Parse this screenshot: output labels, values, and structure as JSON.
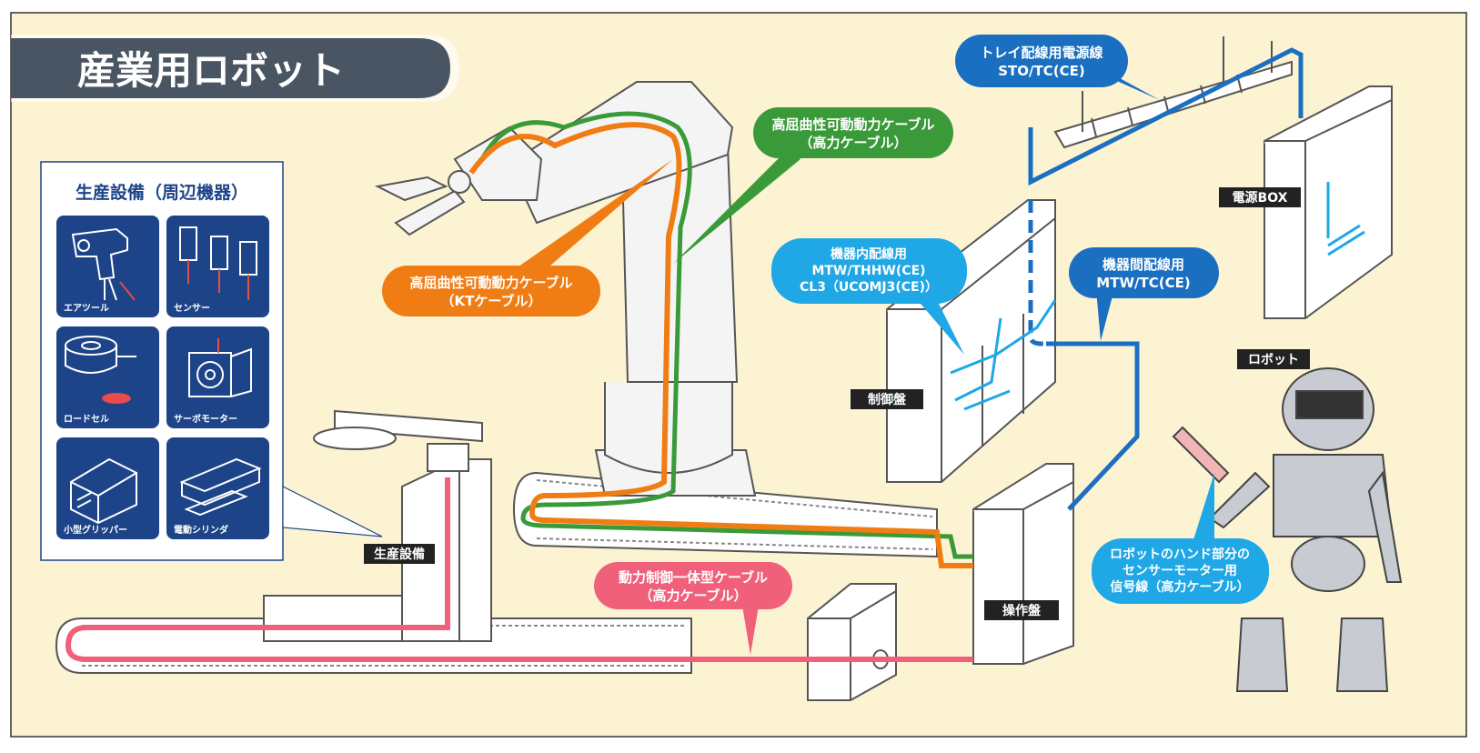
{
  "title": "産業用ロボット",
  "peripheral_panel": {
    "heading": "生産設備（周辺機器）",
    "items": [
      {
        "label": "エアツール",
        "icon": "air-tool-icon"
      },
      {
        "label": "センサー",
        "icon": "sensor-icon"
      },
      {
        "label": "ロードセル",
        "icon": "load-cell-icon"
      },
      {
        "label": "サーボモーター",
        "icon": "servo-motor-icon"
      },
      {
        "label": "小型グリッパー",
        "icon": "gripper-icon"
      },
      {
        "label": "電動シリンダ",
        "icon": "electric-cylinder-icon"
      }
    ]
  },
  "callouts": {
    "tray_cable": {
      "line1": "トレイ配線用電源線",
      "line2": "STO/TC(CE)",
      "color": "#1a6fc0"
    },
    "high_flex_power": {
      "line1": "高屈曲性可動動力ケーブル",
      "line2": "（高力ケーブル）",
      "color": "#3a9a3a"
    },
    "kt_cable": {
      "line1": "高屈曲性可動動力ケーブル",
      "line2": "（KTケーブル）",
      "color": "#f07d14"
    },
    "internal_wiring": {
      "line1": "機器内配線用",
      "line2": "MTW/THHW(CE)",
      "line3": "CL3（UCOMJ3(CE)）",
      "color": "#1fa7e6"
    },
    "inter_device": {
      "line1": "機器間配線用",
      "line2": "MTW/TC(CE)",
      "color": "#1a6fc0"
    },
    "power_control": {
      "line1": "動力制御一体型ケーブル",
      "line2": "（高力ケーブル）",
      "color": "#f0607a"
    },
    "robot_hand": {
      "line1": "ロボットのハンド部分の",
      "line2": "センサーモーター用",
      "line3": "信号線（高力ケーブル）",
      "color": "#1fa7e6"
    }
  },
  "tags": {
    "power_box": "電源BOX",
    "control_panel": "制御盤",
    "robot": "ロボット",
    "production": "生産設備",
    "operation_panel": "操作盤"
  },
  "colors": {
    "background": "#fcf3d2",
    "title_bar": "#4a5563",
    "panel_tile": "#1d4488",
    "line_green": "#3a9a3a",
    "line_orange": "#f07d14",
    "line_blue": "#1a6fc0",
    "line_light_blue": "#1fa7e6",
    "line_pink": "#f0607a"
  }
}
